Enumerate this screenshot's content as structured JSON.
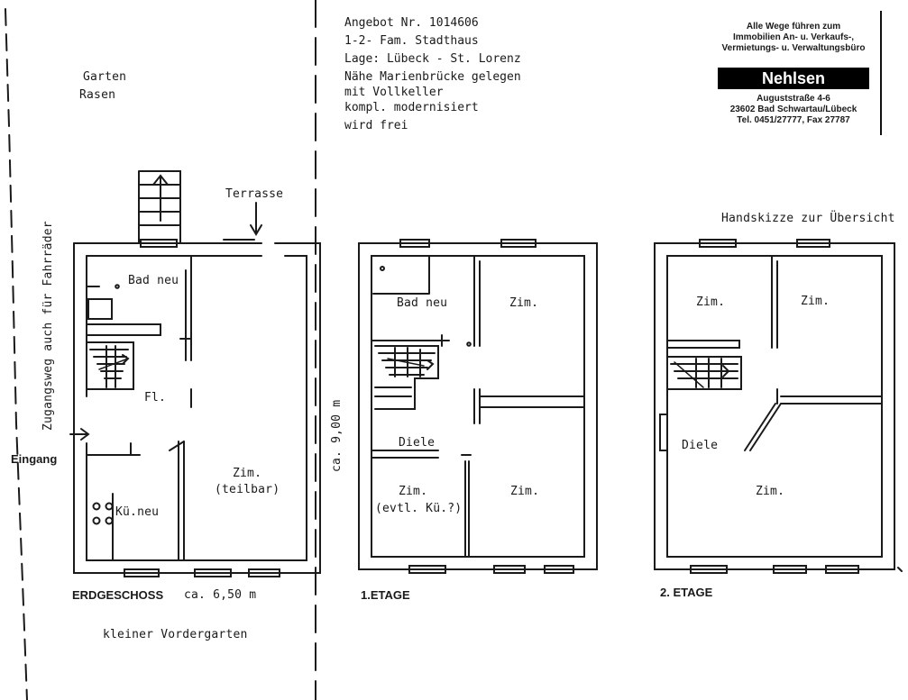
{
  "offer": {
    "lines": [
      "Angebot Nr. 1014606",
      "1-2- Fam. Stadthaus",
      "Lage: Lübeck - St. Lorenz",
      "Nähe Marienbrücke gelegen",
      "mit Vollkeller",
      "kompl. modernisiert",
      "wird frei"
    ]
  },
  "agency": {
    "slogan": [
      "Alle Wege führen zum",
      "Immobilien An- u. Verkaufs-,",
      "Vermietungs- u. Verwaltungsbüro"
    ],
    "brand": "Nehlsen",
    "street": "Auguststraße 4-6",
    "city": "23602 Bad Schwartau/Lübeck",
    "phone": "Tel. 0451/27777, Fax 27787"
  },
  "sketch_note": "Handskizze zur Übersicht",
  "site": {
    "garden": "Garten",
    "lawn": "Rasen",
    "terrace": "Terrasse",
    "side_path": "Zugangsweg auch für Fahrräder",
    "entrance": "Eingang",
    "front_garden": "kleiner Vordergarten",
    "depth": "ca. 9,00 m",
    "width": "ca. 6,50 m"
  },
  "floors": {
    "ground": {
      "title": "ERDGESCHOSS",
      "rooms": {
        "bath": "Bad neu",
        "hall": "Fl.",
        "kitchen": "Kü.neu",
        "living": "Zim.",
        "living_note": "(teilbar)"
      }
    },
    "first": {
      "title": "1.ETAGE",
      "rooms": {
        "bath": "Bad neu",
        "room_top": "Zim.",
        "landing": "Diele",
        "room_left": "Zim.",
        "room_left_note": "(evtl. Kü.?)",
        "room_right": "Zim."
      }
    },
    "second": {
      "title": "2. ETAGE",
      "rooms": {
        "room_top_left": "Zim.",
        "room_top_right": "Zim.",
        "landing": "Diele",
        "room_bottom": "Zim."
      }
    }
  }
}
